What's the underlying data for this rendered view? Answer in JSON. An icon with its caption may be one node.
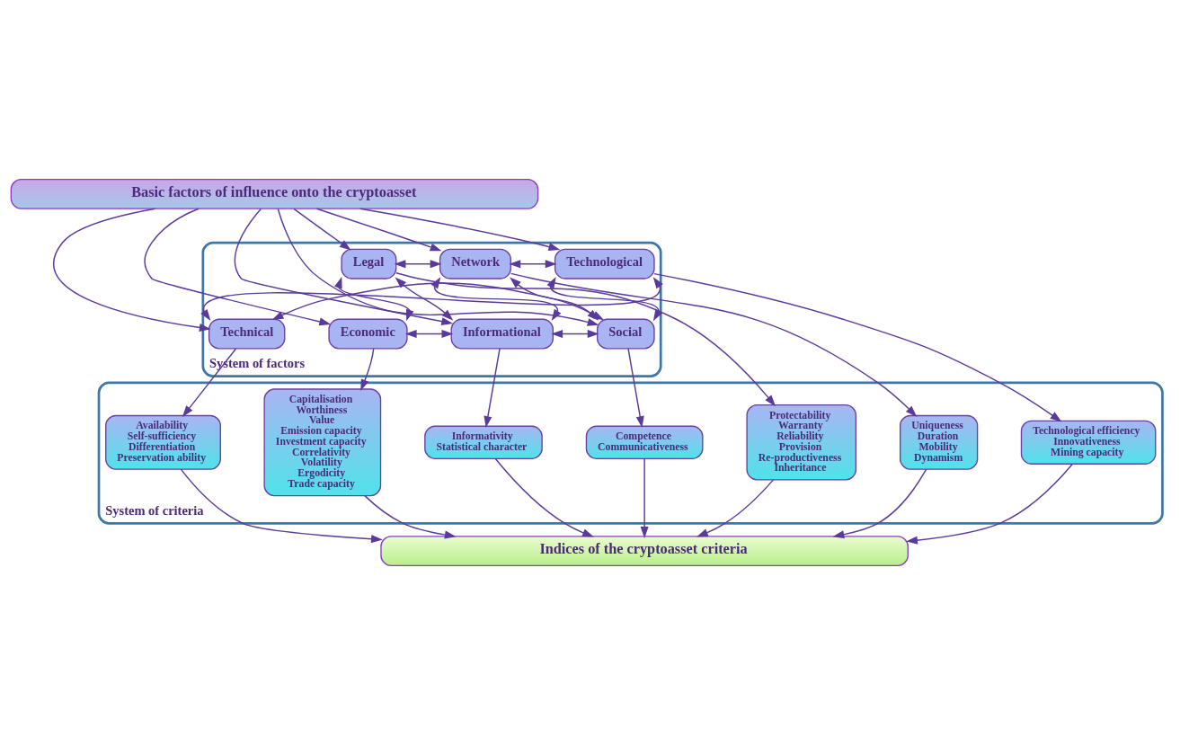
{
  "diagram": {
    "nodes": [
      {
        "text": [
          "Basic factors of influence onto the cryptoasset"
        ]
      },
      {
        "text": [
          "System of factors"
        ]
      },
      {
        "text": [
          "Legal"
        ],
        "in": 1
      },
      {
        "text": [
          "Network"
        ],
        "in": 1
      },
      {
        "text": [
          "Technological"
        ],
        "in": 1
      },
      {
        "text": [
          "Economic"
        ],
        "in": 1
      },
      {
        "text": [
          "Informational"
        ],
        "in": 1
      },
      {
        "text": [
          "Social"
        ],
        "in": 1
      },
      {
        "text": [
          "Technical"
        ],
        "in": 1
      },
      {
        "text": [
          "System of criteria"
        ]
      },
      {
        "text": [
          "Capitalisation",
          "Worthiness",
          "Value",
          "Emission capacity",
          "Investment capacity",
          "Correlativity",
          "Volatility",
          "Ergodicity",
          "Trade capacity"
        ],
        "in": 9
      },
      {
        "text": [
          "Informativity",
          "Statistical character"
        ],
        "in": 9
      },
      {
        "text": [
          "Competence",
          "Communicativeness"
        ],
        "in": 9
      },
      {
        "text": [
          "Availability",
          "Self-sufficiency",
          "Differentiation",
          "Preservation ability"
        ],
        "in": 9
      },
      {
        "text": [
          "Protectability",
          "Warranty",
          "Reliability",
          "Provision",
          "Re-productiveness",
          "Inheritance"
        ],
        "in": 9
      },
      {
        "text": [
          "Uniqueness",
          "Duration",
          "Mobility",
          "Dynamism"
        ],
        "in": 9
      },
      {
        "text": [
          "Technological efficiency",
          "Innovativeness",
          "Mining capacity"
        ],
        "in": 9
      },
      {
        "text": [
          "Indices of the cryptoasset criteria"
        ]
      }
    ],
    "edges": [
      {
        "from": 0,
        "to": 5,
        "arrow": "to"
      },
      {
        "from": 0,
        "to": 2,
        "arrow": "to"
      },
      {
        "from": 0,
        "to": 6,
        "arrow": "to"
      },
      {
        "from": 0,
        "to": 3,
        "arrow": "to"
      },
      {
        "from": 0,
        "to": 7,
        "arrow": "to"
      },
      {
        "from": 0,
        "to": 4,
        "arrow": "to"
      },
      {
        "from": 0,
        "to": 8,
        "arrow": "to"
      },
      {
        "from": 2,
        "to": 3,
        "arrow": "both"
      },
      {
        "from": 3,
        "to": 4,
        "arrow": "both"
      },
      {
        "from": 2,
        "to": 5,
        "arrow": "both"
      },
      {
        "from": 2,
        "to": 6,
        "arrow": "both"
      },
      {
        "from": 3,
        "to": 6,
        "arrow": "both"
      },
      {
        "from": 3,
        "to": 7,
        "arrow": "both"
      },
      {
        "from": 4,
        "to": 7,
        "arrow": "both"
      },
      {
        "from": 4,
        "to": 8,
        "arrow": "both"
      },
      {
        "from": 5,
        "to": 6,
        "arrow": "both"
      },
      {
        "from": 6,
        "to": 7,
        "arrow": "both"
      },
      {
        "from": 7,
        "to": 8,
        "arrow": "both"
      },
      {
        "from": 5,
        "to": 10,
        "arrow": "to"
      },
      {
        "from": 6,
        "to": 11,
        "arrow": "to"
      },
      {
        "from": 7,
        "to": 12,
        "arrow": "to"
      },
      {
        "from": 8,
        "to": 13,
        "arrow": "to"
      },
      {
        "from": 2,
        "to": 14,
        "arrow": "to"
      },
      {
        "from": 3,
        "to": 15,
        "arrow": "to"
      },
      {
        "from": 4,
        "to": 16,
        "arrow": "to"
      },
      {
        "from": 10,
        "to": 17,
        "arrow": "to"
      },
      {
        "from": 14,
        "to": 17,
        "arrow": "to"
      },
      {
        "from": 11,
        "to": 17,
        "arrow": "to"
      },
      {
        "from": 15,
        "to": 17,
        "arrow": "to"
      },
      {
        "from": 12,
        "to": 17,
        "arrow": "to"
      },
      {
        "from": 16,
        "to": 17,
        "arrow": "to"
      },
      {
        "from": 13,
        "to": 17,
        "arrow": "to"
      }
    ]
  }
}
